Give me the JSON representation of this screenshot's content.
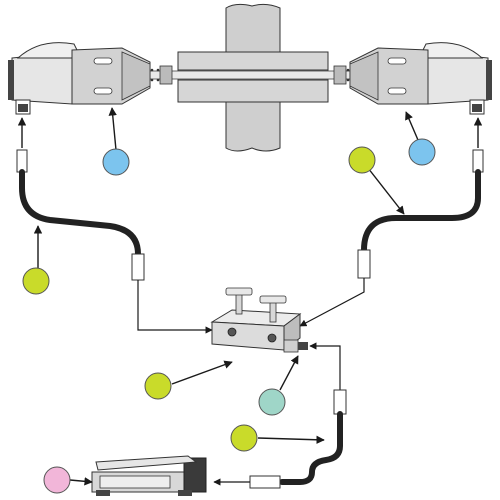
{
  "diagram": {
    "colors": {
      "background": "#ffffff",
      "steel_light": "#e4e4e4",
      "steel_mid": "#c9c9c9",
      "steel_dark": "#9a9a9a",
      "outline": "#333333",
      "hose": "#222222",
      "arrow": "#1a1a1a",
      "callout_blue": "#7cc4ee",
      "callout_lime": "#c9db2a",
      "callout_mint": "#9fd6c8",
      "callout_pink": "#f2b6d9"
    },
    "callouts": [
      {
        "id": "left-tensioner-callout",
        "color": "callout_blue",
        "target": "left-tensioner"
      },
      {
        "id": "right-tensioner-callout",
        "color": "callout_blue",
        "target": "right-tensioner"
      },
      {
        "id": "right-hose-callout",
        "color": "callout_lime",
        "target": "right-hose"
      },
      {
        "id": "left-hose-callout",
        "color": "callout_lime",
        "target": "left-hose"
      },
      {
        "id": "manifold-callout",
        "color": "callout_lime",
        "target": "distribution-manifold"
      },
      {
        "id": "gauge-fitting-callout",
        "color": "callout_mint",
        "target": "manifold-fitting"
      },
      {
        "id": "pump-hose-callout",
        "color": "callout_lime",
        "target": "pump-hose"
      },
      {
        "id": "pump-callout",
        "color": "callout_pink",
        "target": "hand-pump"
      }
    ],
    "icons": {
      "valve": "valve-handle-icon",
      "coupler": "quick-coupler-icon"
    }
  }
}
